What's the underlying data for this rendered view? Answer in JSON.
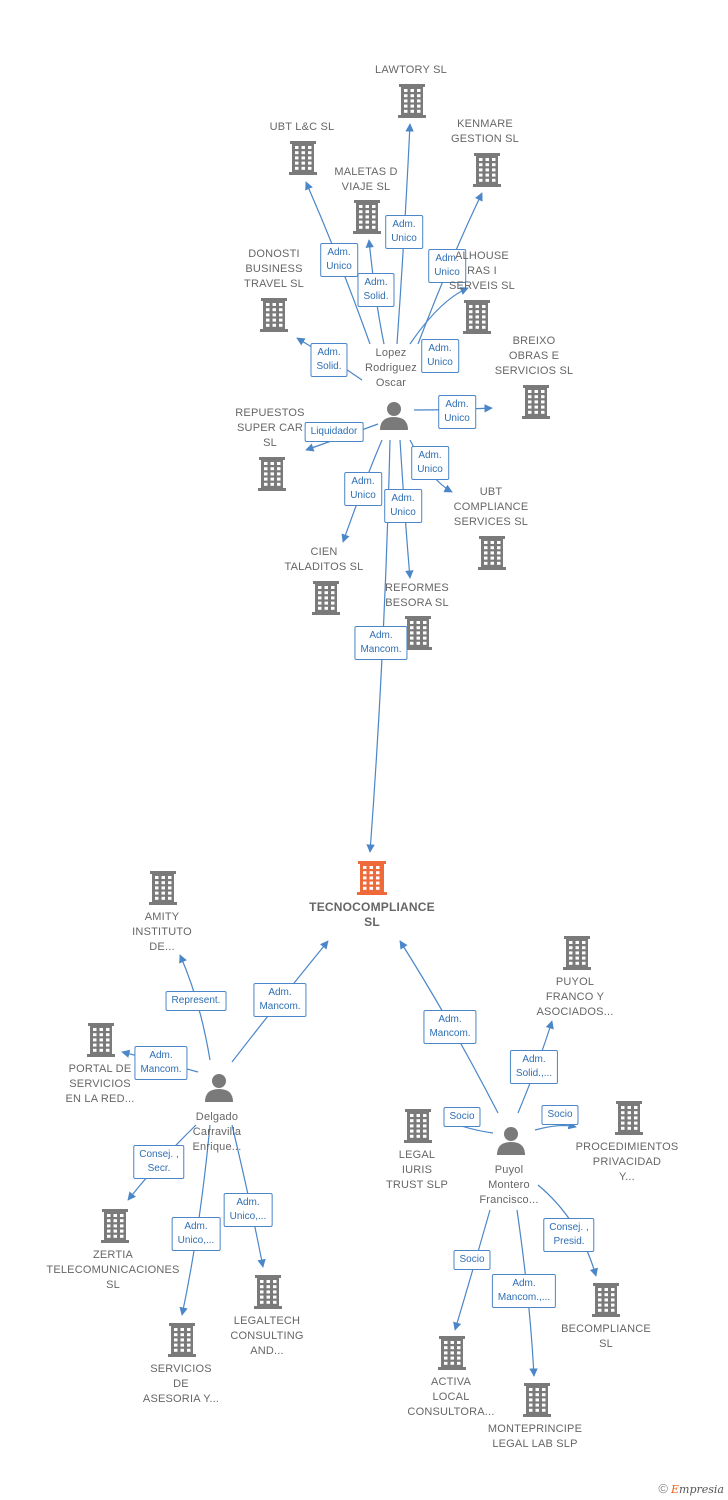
{
  "colors": {
    "edge": "#4a86c8",
    "building": "#7a7a7a",
    "building_center": "#ef6a3b",
    "person": "#7a7a7a"
  },
  "nodes": [
    {
      "id": "center",
      "type": "company",
      "highlight": true,
      "label": "TECNOCOMPLIANCE\nSL"
    },
    {
      "id": "p_lopez",
      "type": "person",
      "label": "Lopez\nRodriguez\nOscar"
    },
    {
      "id": "p_delgado",
      "type": "person",
      "label": "Delgado\nCarravilla\nEnrique..."
    },
    {
      "id": "p_puyol",
      "type": "person",
      "label": "Puyol\nMontero\nFrancisco..."
    },
    {
      "id": "lawtory",
      "type": "company",
      "label": "LAWTORY  SL"
    },
    {
      "id": "ubtlc",
      "type": "company",
      "label": "UBT L&C  SL"
    },
    {
      "id": "kenmare",
      "type": "company",
      "label": "KENMARE\nGESTION  SL"
    },
    {
      "id": "maletas",
      "type": "company",
      "label": "MALETAS D\nVIAJE  SL"
    },
    {
      "id": "donosti",
      "type": "company",
      "label": "DONOSTI\nBUSINESS\nTRAVEL  SL"
    },
    {
      "id": "alhouse",
      "type": "company",
      "label": "ALHOUSE\nRAS I\nSERVEIS  SL"
    },
    {
      "id": "breixo",
      "type": "company",
      "label": "BREIXO\nOBRAS E\nSERVICIOS  SL"
    },
    {
      "id": "repuestos",
      "type": "company",
      "label": "REPUESTOS\nSUPER CAR\nSL"
    },
    {
      "id": "ubtcompliance",
      "type": "company",
      "label": "UBT\nCOMPLIANCE\nSERVICES  SL"
    },
    {
      "id": "cien",
      "type": "company",
      "label": "CIEN\nTALADITOS SL"
    },
    {
      "id": "reformes",
      "type": "company",
      "label": "REFORMES\nBESORA  SL"
    },
    {
      "id": "amity",
      "type": "company",
      "label": "AMITY\nINSTITUTO\nDE..."
    },
    {
      "id": "portal",
      "type": "company",
      "label": "PORTAL DE\nSERVICIOS\nEN LA RED..."
    },
    {
      "id": "zertia",
      "type": "company",
      "label": "ZERTIA\nTELECOMUNICACIONES\nSL"
    },
    {
      "id": "servicios",
      "type": "company",
      "label": "SERVICIOS\nDE\nASESORIA Y..."
    },
    {
      "id": "legaltech",
      "type": "company",
      "label": "LEGALTECH\nCONSULTING\nAND..."
    },
    {
      "id": "puyolfranco",
      "type": "company",
      "label": "PUYOL\nFRANCO Y\nASOCIADOS..."
    },
    {
      "id": "legaliuris",
      "type": "company",
      "label": "LEGAL\nIURIS\nTRUST  SLP"
    },
    {
      "id": "procedimientos",
      "type": "company",
      "label": "PROCEDIMIENTOS\nPRIVACIDAD\nY..."
    },
    {
      "id": "becompliance",
      "type": "company",
      "label": "BECOMPLIANCE\nSL"
    },
    {
      "id": "activa",
      "type": "company",
      "label": "ACTIVA\nLOCAL\nCONSULTORA..."
    },
    {
      "id": "monteprincipe",
      "type": "company",
      "label": "MONTEPRINCIPE\nLEGAL LAB  SLP"
    }
  ],
  "edges": [
    {
      "from": "p_lopez",
      "to": "lawtory",
      "label": "Adm.\nUnico"
    },
    {
      "from": "p_lopez",
      "to": "ubtlc",
      "label": "Adm.\nUnico"
    },
    {
      "from": "p_lopez",
      "to": "kenmare",
      "label": "Adm.\nUnico"
    },
    {
      "from": "p_lopez",
      "to": "maletas",
      "label": "Adm.\nSolid."
    },
    {
      "from": "p_lopez",
      "to": "donosti",
      "label": "Adm.\nSolid."
    },
    {
      "from": "p_lopez",
      "to": "alhouse",
      "label": "Adm.\nUnico"
    },
    {
      "from": "p_lopez",
      "to": "breixo",
      "label": "Adm.\nUnico"
    },
    {
      "from": "p_lopez",
      "to": "repuestos",
      "label": "Liquidador"
    },
    {
      "from": "p_lopez",
      "to": "ubtcompliance",
      "label": "Adm.\nUnico"
    },
    {
      "from": "p_lopez",
      "to": "cien",
      "label": "Adm.\nUnico"
    },
    {
      "from": "p_lopez",
      "to": "reformes",
      "label": "Adm.\nUnico"
    },
    {
      "from": "p_lopez",
      "to": "center",
      "label": "Adm.\nMancom."
    },
    {
      "from": "p_delgado",
      "to": "center",
      "label": "Adm.\nMancom."
    },
    {
      "from": "p_delgado",
      "to": "amity",
      "label": "Represent."
    },
    {
      "from": "p_delgado",
      "to": "portal",
      "label": "Adm.\nMancom."
    },
    {
      "from": "p_delgado",
      "to": "zertia",
      "label": "Consej. ,\nSecr."
    },
    {
      "from": "p_delgado",
      "to": "servicios",
      "label": "Adm.\nUnico,..."
    },
    {
      "from": "p_delgado",
      "to": "legaltech",
      "label": "Adm.\nUnico,..."
    },
    {
      "from": "p_puyol",
      "to": "center",
      "label": "Adm.\nMancom."
    },
    {
      "from": "p_puyol",
      "to": "puyolfranco",
      "label": "Adm.\nSolid.,..."
    },
    {
      "from": "p_puyol",
      "to": "legaliuris",
      "label": "Socio"
    },
    {
      "from": "p_puyol",
      "to": "procedimientos",
      "label": "Socio"
    },
    {
      "from": "p_puyol",
      "to": "becompliance",
      "label": "Consej. ,\nPresid."
    },
    {
      "from": "p_puyol",
      "to": "activa",
      "label": "Socio"
    },
    {
      "from": "p_puyol",
      "to": "monteprincipe",
      "label": "Adm.\nMancom.,..."
    }
  ],
  "footer": {
    "copyright": "©",
    "brand_first": "E",
    "brand_rest": "mpresia"
  }
}
